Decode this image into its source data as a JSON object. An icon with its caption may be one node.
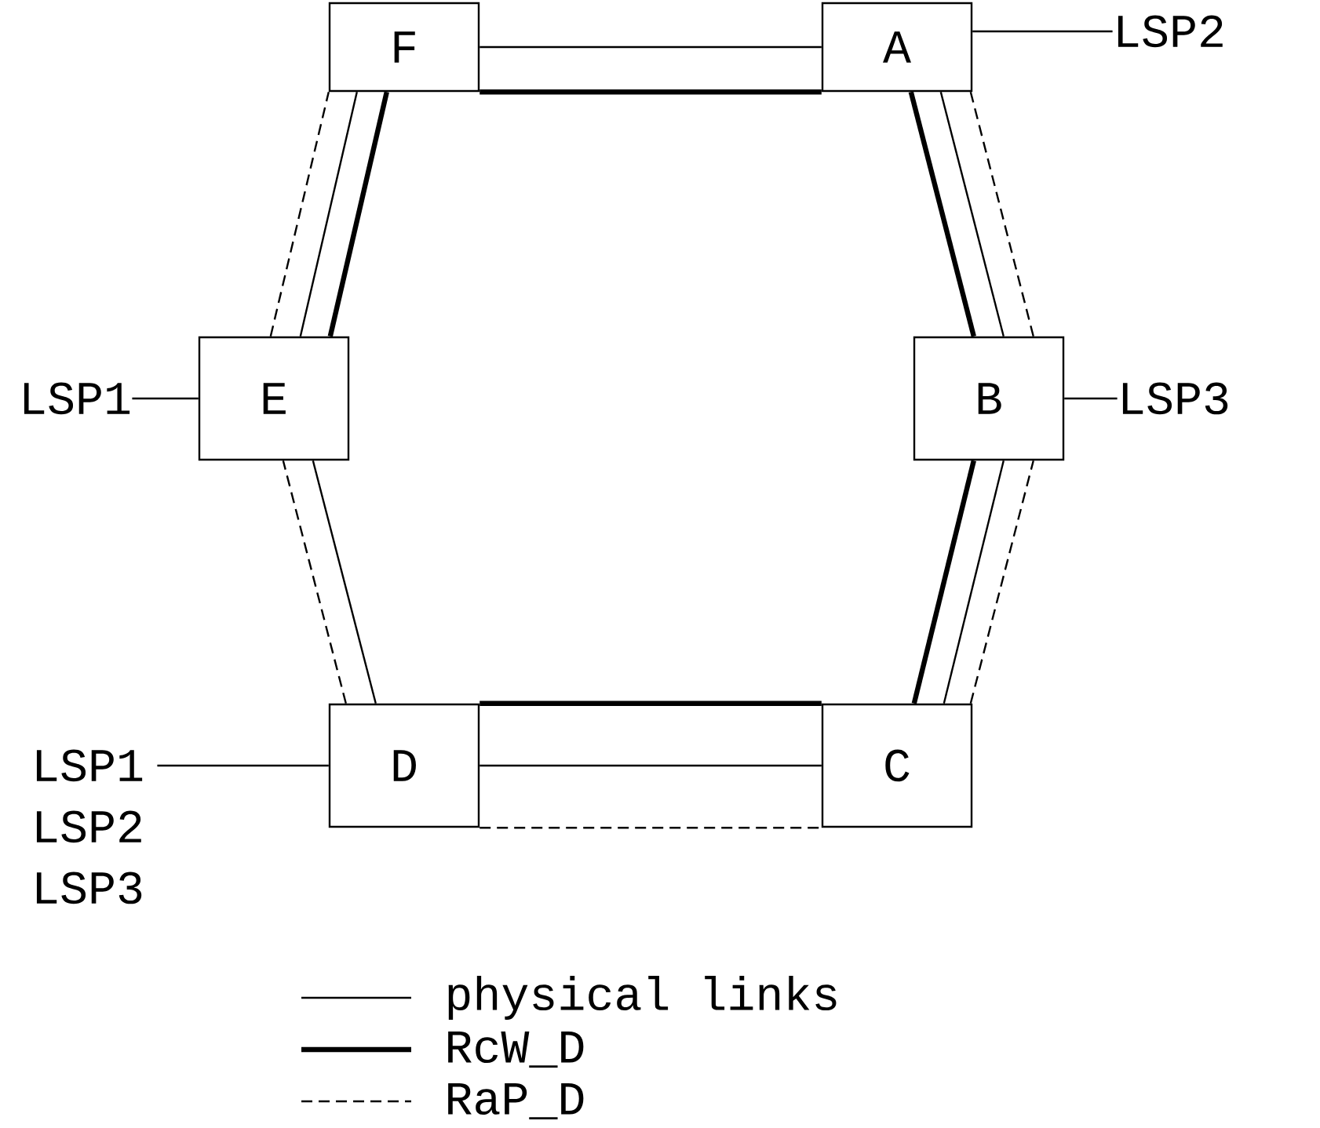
{
  "diagram": {
    "nodes": [
      {
        "text": [
          "F"
        ]
      },
      {
        "text": [
          "A"
        ]
      },
      {
        "text": [
          "LSP2"
        ]
      },
      {
        "text": [
          "LSP1"
        ]
      },
      {
        "text": [
          "E"
        ]
      },
      {
        "text": [
          "B"
        ]
      },
      {
        "text": [
          "LSP3"
        ]
      },
      {
        "text": [
          "LSP1 LSP2 LSP3"
        ]
      },
      {
        "text": [
          "D"
        ]
      },
      {
        "text": [
          "C"
        ]
      }
    ],
    "edges": [
      {
        "from": 0,
        "to": 1,
        "arrow": "none"
      },
      {
        "from": 1,
        "to": 5,
        "arrow": "none"
      },
      {
        "from": 5,
        "to": 9,
        "arrow": "none"
      },
      {
        "from": 9,
        "to": 8,
        "arrow": "none"
      },
      {
        "from": 8,
        "to": 4,
        "arrow": "none"
      },
      {
        "from": 4,
        "to": 0,
        "arrow": "none"
      },
      {
        "from": 8,
        "to": 9,
        "arrow": "none",
        "style": "thick"
      },
      {
        "from": 9,
        "to": 5,
        "arrow": "none",
        "style": "thick"
      },
      {
        "from": 5,
        "to": 1,
        "arrow": "none",
        "style": "thick"
      },
      {
        "from": 1,
        "to": 0,
        "arrow": "none",
        "style": "thick"
      },
      {
        "from": 0,
        "to": 4,
        "arrow": "none",
        "style": "thick"
      },
      {
        "from": 8,
        "to": 9,
        "arrow": "none",
        "style": "dashed"
      },
      {
        "from": 9,
        "to": 5,
        "arrow": "none",
        "style": "dashed"
      },
      {
        "from": 5,
        "to": 1,
        "arrow": "none",
        "style": "dashed"
      },
      {
        "from": 8,
        "to": 4,
        "arrow": "none",
        "style": "dashed"
      },
      {
        "from": 4,
        "to": 0,
        "arrow": "none",
        "style": "dashed"
      },
      {
        "from": 2,
        "to": 1,
        "arrow": "none"
      },
      {
        "from": 3,
        "to": 4,
        "arrow": "none"
      },
      {
        "from": 6,
        "to": 5,
        "arrow": "none"
      },
      {
        "from": 7,
        "to": 8,
        "arrow": "none"
      }
    ],
    "legend": [
      {
        "text": "physical links"
      },
      {
        "text": "RcW_D"
      },
      {
        "text": "RaP_D"
      }
    ]
  }
}
